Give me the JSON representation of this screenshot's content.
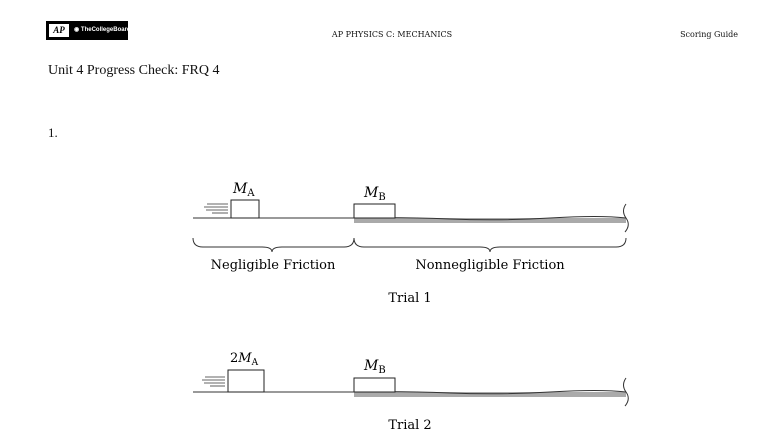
{
  "header": {
    "logo_text": "AP The College Board",
    "title": "AP PHYSICS C: MECHANICS",
    "right": "Scoring Guide"
  },
  "page_title": "Unit 4 Progress Check: FRQ 4",
  "question_number": "1.",
  "diagram": {
    "trial1": {
      "block_a": "M",
      "block_a_sub": "A",
      "block_b": "M",
      "block_b_sub": "B",
      "region_left": "Negligible Friction",
      "region_right": "Nonnegligible Friction",
      "caption": "Trial 1"
    },
    "trial2": {
      "block_a_coef": "2",
      "block_a": "M",
      "block_a_sub": "A",
      "block_b": "M",
      "block_b_sub": "B",
      "caption": "Trial 2"
    }
  }
}
